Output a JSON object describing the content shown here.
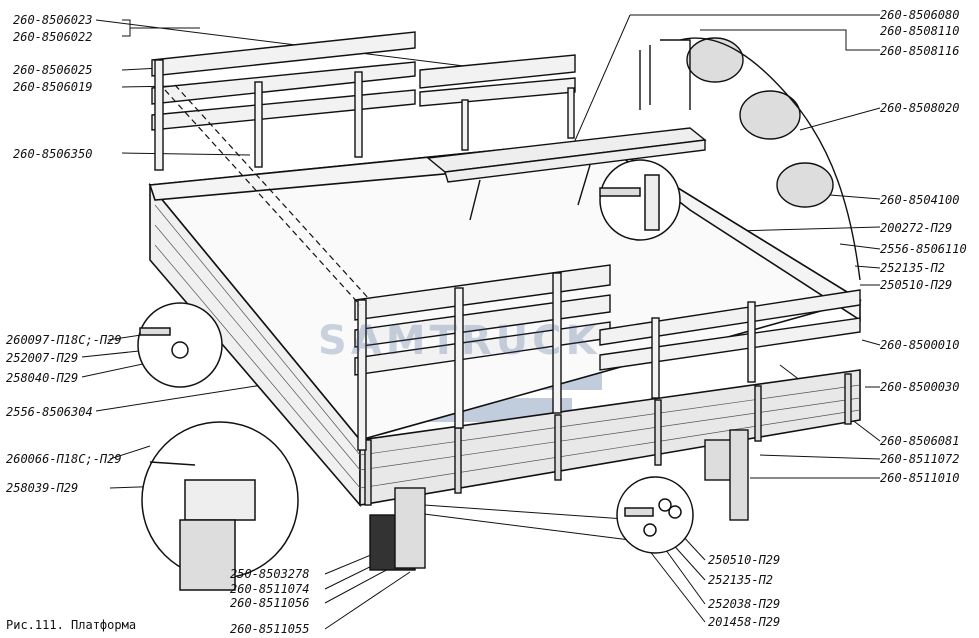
{
  "caption": "Рис.111. Платформа",
  "watermark": {
    "text": "SAMTRUCK",
    "color": "#3a5a8c"
  },
  "labels_left": [
    "260-8506023",
    "260-8506022",
    "260-8506025",
    "260-8506019",
    "260-8506350",
    "260097-П18С;-П29",
    "252007-П29",
    "258040-П29",
    "2556-8506304",
    "260066-П18С;-П29",
    "258039-П29"
  ],
  "labels_right": [
    "260-8506080",
    "260-8508110",
    "260-8508116",
    "260-8508020",
    "260-8504100",
    "200272-П29",
    "2556-8506110",
    "252135-П2",
    "250510-П29",
    "260-8500010",
    "260-8500030",
    "260-8506081",
    "260-8511072",
    "260-8511010"
  ],
  "labels_bottom_left": [
    "250-8503278",
    "260-8511074",
    "260-8511056",
    "260-8511055"
  ],
  "labels_bottom_right": [
    "250510-П29",
    "252135-П2",
    "252038-П29",
    "201458-П29"
  ]
}
